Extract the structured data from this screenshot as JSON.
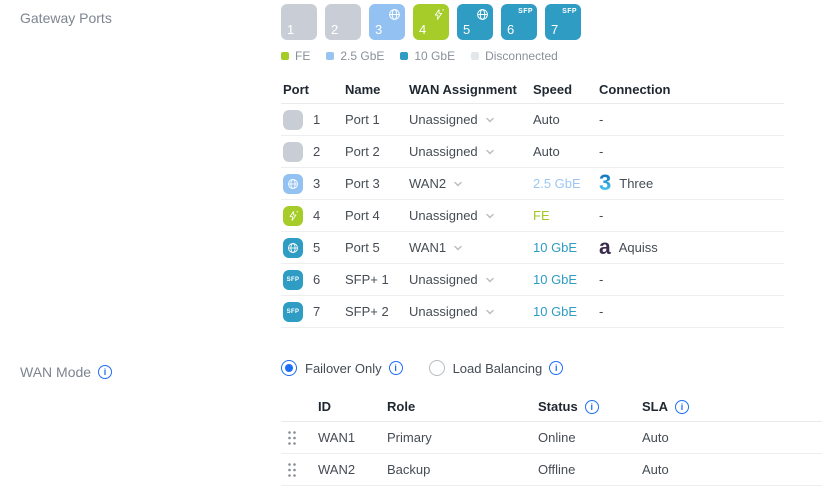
{
  "colors": {
    "accent_blue": "#1e6ff5",
    "fe_green": "#a5cc29",
    "gbe25_blue": "#92c1f2",
    "gbe10_teal": "#2f9cc4",
    "disconnected_gray": "#c9ced6",
    "legend_disconnected_gray": "#e4e7ea",
    "three_brand_blue": "#2ba7de",
    "aquiss_brand_purple": "#3a2b4d"
  },
  "gateway_ports": {
    "label": "Gateway Ports",
    "tiles": [
      {
        "number": "1",
        "type": "disconnected",
        "icon": "none",
        "icon_text": ""
      },
      {
        "number": "2",
        "type": "disconnected",
        "icon": "none",
        "icon_text": ""
      },
      {
        "number": "3",
        "type": "gbe25",
        "icon": "globe",
        "icon_text": ""
      },
      {
        "number": "4",
        "type": "fe",
        "icon": "bolt",
        "icon_text": ""
      },
      {
        "number": "5",
        "type": "gbe10",
        "icon": "globe",
        "icon_text": ""
      },
      {
        "number": "6",
        "type": "gbe10",
        "icon": "sfp",
        "icon_text": "SFP"
      },
      {
        "number": "7",
        "type": "gbe10",
        "icon": "sfp",
        "icon_text": "SFP"
      }
    ],
    "legend": [
      {
        "label": "FE",
        "color": "#a5cc29"
      },
      {
        "label": "2.5 GbE",
        "color": "#98c4f0"
      },
      {
        "label": "10 GbE",
        "color": "#2f9cc4"
      },
      {
        "label": "Disconnected",
        "color": "#e4e7ea"
      }
    ],
    "table": {
      "headers": [
        "Port",
        "Name",
        "WAN Assignment",
        "Speed",
        "Connection"
      ],
      "rows": [
        {
          "port": "1",
          "type": "disconnected",
          "icon": "none",
          "icon_text": "",
          "name": "Port 1",
          "wan": "Unassigned",
          "speed": "Auto",
          "speed_type": "auto",
          "connection": "-",
          "logo": "none",
          "logo_glyph": ""
        },
        {
          "port": "2",
          "type": "disconnected",
          "icon": "none",
          "icon_text": "",
          "name": "Port 2",
          "wan": "Unassigned",
          "speed": "Auto",
          "speed_type": "auto",
          "connection": "-",
          "logo": "none",
          "logo_glyph": ""
        },
        {
          "port": "3",
          "type": "gbe25",
          "icon": "globe",
          "icon_text": "",
          "name": "Port 3",
          "wan": "WAN2",
          "speed": "2.5 GbE",
          "speed_type": "gbe25",
          "connection": "Three",
          "logo": "three",
          "logo_glyph": "3"
        },
        {
          "port": "4",
          "type": "fe",
          "icon": "bolt",
          "icon_text": "",
          "name": "Port 4",
          "wan": "Unassigned",
          "speed": "FE",
          "speed_type": "fe",
          "connection": "-",
          "logo": "none",
          "logo_glyph": ""
        },
        {
          "port": "5",
          "type": "gbe10",
          "icon": "globe",
          "icon_text": "",
          "name": "Port 5",
          "wan": "WAN1",
          "speed": "10 GbE",
          "speed_type": "gbe10",
          "connection": "Aquiss",
          "logo": "aquiss",
          "logo_glyph": "a"
        },
        {
          "port": "6",
          "type": "gbe10",
          "icon": "sfp",
          "icon_text": "SFP",
          "name": "SFP+ 1",
          "wan": "Unassigned",
          "speed": "10 GbE",
          "speed_type": "gbe10",
          "connection": "-",
          "logo": "none",
          "logo_glyph": ""
        },
        {
          "port": "7",
          "type": "gbe10",
          "icon": "sfp",
          "icon_text": "SFP",
          "name": "SFP+ 2",
          "wan": "Unassigned",
          "speed": "10 GbE",
          "speed_type": "gbe10",
          "connection": "-",
          "logo": "none",
          "logo_glyph": ""
        }
      ]
    }
  },
  "wan_mode": {
    "label": "WAN Mode",
    "options": [
      {
        "label": "Failover Only",
        "selected": "true"
      },
      {
        "label": "Load Balancing",
        "selected": "false"
      }
    ],
    "table": {
      "headers": [
        "ID",
        "Role",
        "Status",
        "SLA"
      ],
      "rows": [
        {
          "id": "WAN1",
          "role": "Primary",
          "status": "Online",
          "sla": "Auto"
        },
        {
          "id": "WAN2",
          "role": "Backup",
          "status": "Offline",
          "sla": "Auto"
        }
      ]
    }
  }
}
